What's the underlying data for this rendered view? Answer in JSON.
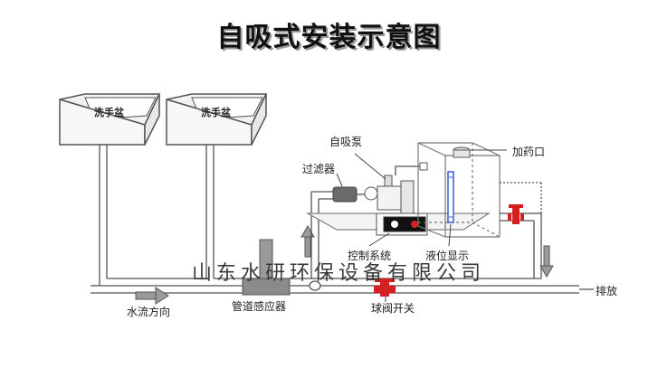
{
  "title": "自吸式安装示意图",
  "labels": {
    "sink_left": "洗手盆",
    "sink_right": "洗手盆",
    "self_priming_pump": "自吸泵",
    "filter": "过滤器",
    "dosing_port": "加药口",
    "control_system": "控制系统",
    "level_display": "液位显示",
    "pipe_sensor": "管道感应器",
    "water_flow_direction": "水流方向",
    "ball_valve_switch": "球阀开关",
    "discharge": "排放"
  },
  "watermark": "山东水研环保设备有限公司",
  "colors": {
    "line": "#555555",
    "valve": "#d42020",
    "indicator_green": "#2a8a2a",
    "level_tube": "#3b5bd6"
  }
}
